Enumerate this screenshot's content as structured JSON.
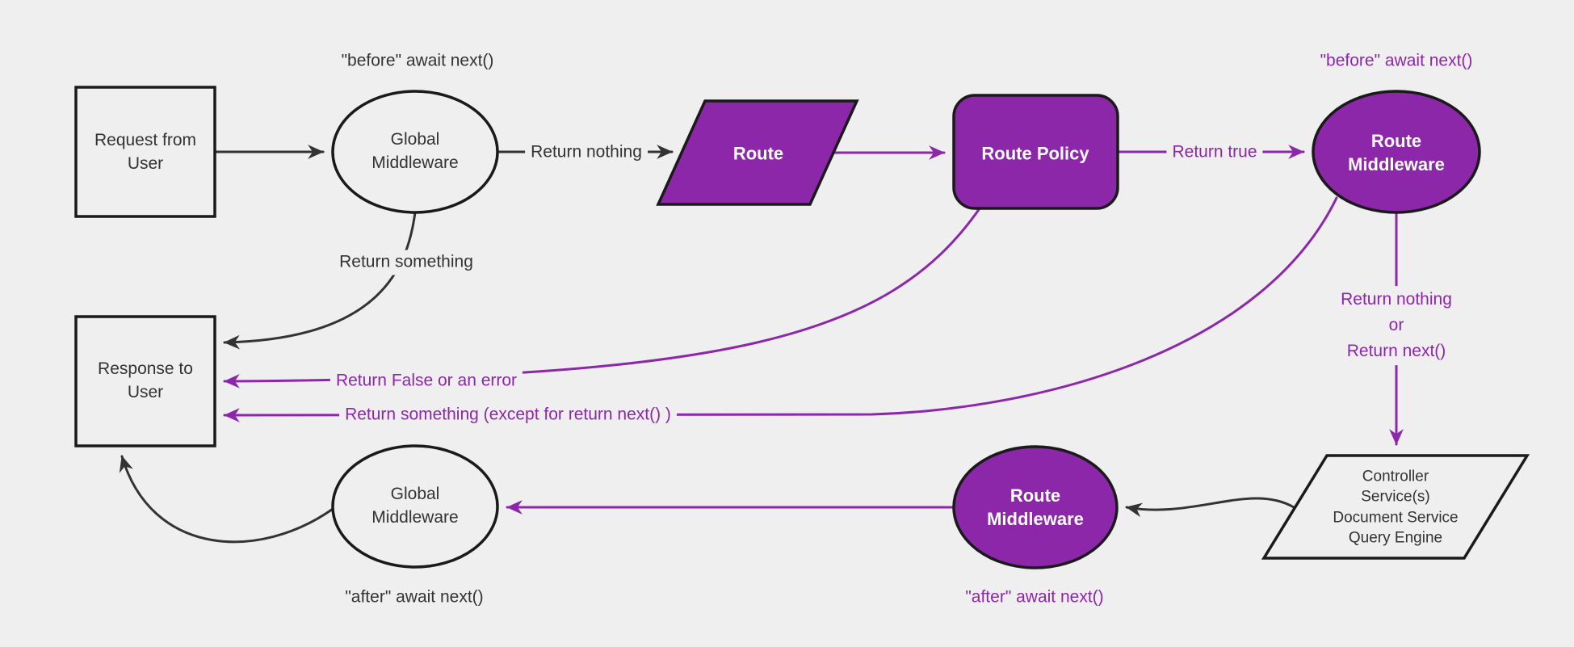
{
  "diagram_title": "middleware-request-flow",
  "colors": {
    "background": "#efefef",
    "node_fill_light": "#efefef",
    "node_fill_purple": "#8B27A8",
    "node_border": "#1a1a1a",
    "dark_line": "#333333",
    "purple_line": "#8D27AA",
    "dark_text": "#333333",
    "purple_text": "#8D27AA",
    "purple_node_text": "#ffffff"
  },
  "nodes": {
    "request_from_user": {
      "label": "Request from\nUser",
      "shape": "rectangle"
    },
    "global_middleware_top": {
      "label": "Global\nMiddleware",
      "shape": "ellipse"
    },
    "route": {
      "label": "Route",
      "shape": "parallelogram"
    },
    "route_policy": {
      "label": "Route Policy",
      "shape": "rounded-rectangle"
    },
    "route_middleware_top": {
      "label": "Route\nMiddleware",
      "shape": "ellipse"
    },
    "controller_services": {
      "label": "Controller\nService(s)\nDocument Service\nQuery Engine",
      "shape": "parallelogram"
    },
    "route_middleware_bottom": {
      "label": "Route\nMiddleware",
      "shape": "ellipse"
    },
    "global_middleware_bottom": {
      "label": "Global\nMiddleware",
      "shape": "ellipse"
    },
    "response_to_user": {
      "label": "Response to\nUser",
      "shape": "rectangle"
    }
  },
  "edge_labels": {
    "before_await_next_top_left": "\"before\" await next()",
    "before_await_next_top_right": "\"before\" await next()",
    "return_nothing": "Return nothing",
    "return_true": "Return true",
    "return_something": "Return something",
    "return_nothing_or_next": "Return nothing\nor\nReturn next()",
    "return_false_or_error": "Return False or an error",
    "return_something_except": "Return something (except for return next() )",
    "after_await_next_bottom_right": "\"after\" await next()",
    "after_await_next_bottom_left": "\"after\" await next()"
  }
}
